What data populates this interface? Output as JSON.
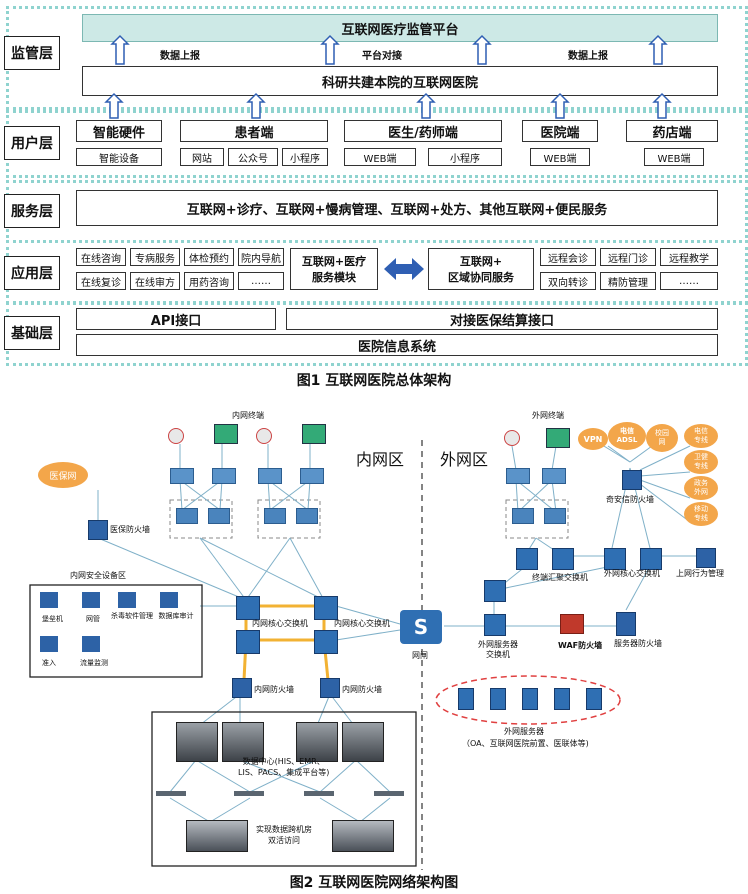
{
  "fig1": {
    "caption": "图1  互联网医院总体架构",
    "supervision": {
      "layer_name": "监管层",
      "platform": "互联网医疗监管平台",
      "hospital": "科研共建本院的互联网医院",
      "arrow_labels": [
        "数据上报",
        "平台对接",
        "数据上报"
      ]
    },
    "user": {
      "layer_name": "用户层",
      "groups": [
        {
          "title": "智能硬件",
          "items": [
            "智能设备"
          ]
        },
        {
          "title": "患者端",
          "items": [
            "网站",
            "公众号",
            "小程序"
          ]
        },
        {
          "title": "医生/药师端",
          "items": [
            "WEB端",
            "小程序"
          ]
        },
        {
          "title": "医院端",
          "items": [
            "WEB端"
          ]
        },
        {
          "title": "药店端",
          "items": [
            "WEB端"
          ]
        }
      ]
    },
    "service": {
      "layer_name": "服务层",
      "text": "互联网+诊疗、互联网+慢病管理、互联网+处方、其他互联网+便民服务"
    },
    "application": {
      "layer_name": "应用层",
      "left_items": [
        "在线咨询",
        "专病服务",
        "体检预约",
        "院内导航",
        "在线复诊",
        "在线审方",
        "用药咨询",
        "……"
      ],
      "module_left": "互联网+医疗\n服务模块",
      "module_right": "互联网+\n区域协同服务",
      "right_items": [
        "远程会诊",
        "远程门诊",
        "远程教学",
        "双向转诊",
        "精防管理",
        "……"
      ]
    },
    "base": {
      "layer_name": "基础层",
      "api": "API接口",
      "insurance": "对接医保结算接口",
      "his": "医院信息系统"
    }
  },
  "fig2": {
    "caption": "图2  互联网医院网络架构图",
    "zone_inner": "内网区",
    "zone_outer": "外网区",
    "inner_terminal": "内网终端",
    "outer_terminal": "外网终端",
    "medical_insurance_net": "医保网",
    "medical_insurance_firewall": "医保防火墙",
    "security_zone_title": "内网安全设备区",
    "security_devices": [
      "堡垒机",
      "网管",
      "杀毒软件管理",
      "数据库审计",
      "准入",
      "流量监测"
    ],
    "core_switch_left": "内网核心交换机",
    "core_switch_right": "内网核心交换机",
    "gap_device": "网闸",
    "inner_firewall_left": "内网防火墙",
    "inner_firewall_right": "内网防火墙",
    "datacenter": "数据中心(HIS、EMR、\nLIS、PACS、集成平台等)",
    "storage_note": "实现数据跨机房\n双活访问",
    "external_clouds": [
      "VPN",
      "电信\nADSL",
      "校园\n网",
      "电信\n专线",
      "卫健\n专线",
      "政务\n外网",
      "移动\n专线"
    ],
    "qax_firewall": "奇安信防火墙",
    "terminal_agg_switch": "终端汇聚交换机",
    "outer_core_switch": "外网核心交换机",
    "behavior_mgmt": "上网行为管理",
    "outer_server_switch": "外网服务器\n交换机",
    "waf": "WAF防火墙",
    "server_firewall": "服务器防火墙",
    "outer_servers": "外网服务器",
    "outer_servers_desc": "（OA、互联网医院前置、医联体等)"
  }
}
